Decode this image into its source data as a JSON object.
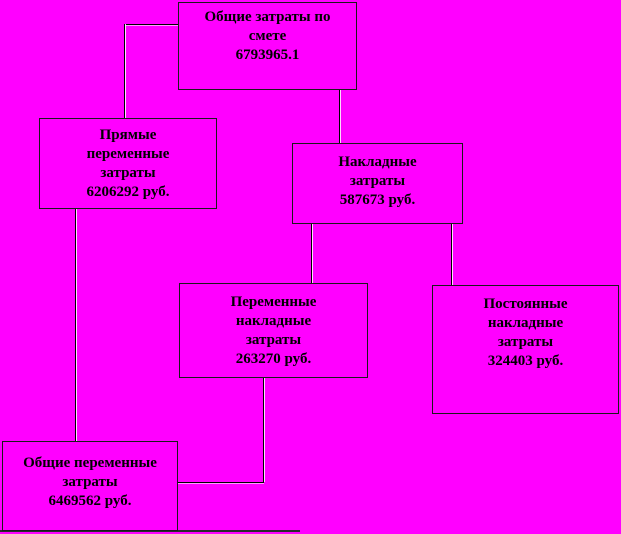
{
  "diagram": {
    "background_color": "#ff00ff",
    "line_color": "#000000",
    "text_color": "#000000",
    "nodes": {
      "total": {
        "lines": [
          "Общие затраты по",
          "смете",
          "6793965.1"
        ],
        "value": "6793965.1"
      },
      "direct_variable": {
        "lines": [
          "Прямые",
          "переменные",
          "затраты",
          "6206292 руб."
        ],
        "value": "6206292 руб."
      },
      "overhead": {
        "lines": [
          "Накладные",
          "затраты",
          "587673 руб."
        ],
        "value": "587673 руб."
      },
      "variable_overhead": {
        "lines": [
          "Переменные",
          "накладные",
          "затраты",
          "263270 руб."
        ],
        "value": "263270 руб."
      },
      "fixed_overhead": {
        "lines": [
          "Постоянные",
          "накладные",
          "затраты",
          "324403 руб."
        ],
        "value": "324403 руб."
      },
      "total_variable": {
        "lines": [
          "Общие переменные",
          "затраты",
          "6469562 руб."
        ],
        "value": "6469562 руб."
      }
    },
    "edges": [
      "total -> direct_variable",
      "total -> overhead",
      "overhead -> variable_overhead",
      "overhead -> fixed_overhead",
      "variable_overhead -> total_variable",
      "direct_variable -> total_variable"
    ]
  }
}
